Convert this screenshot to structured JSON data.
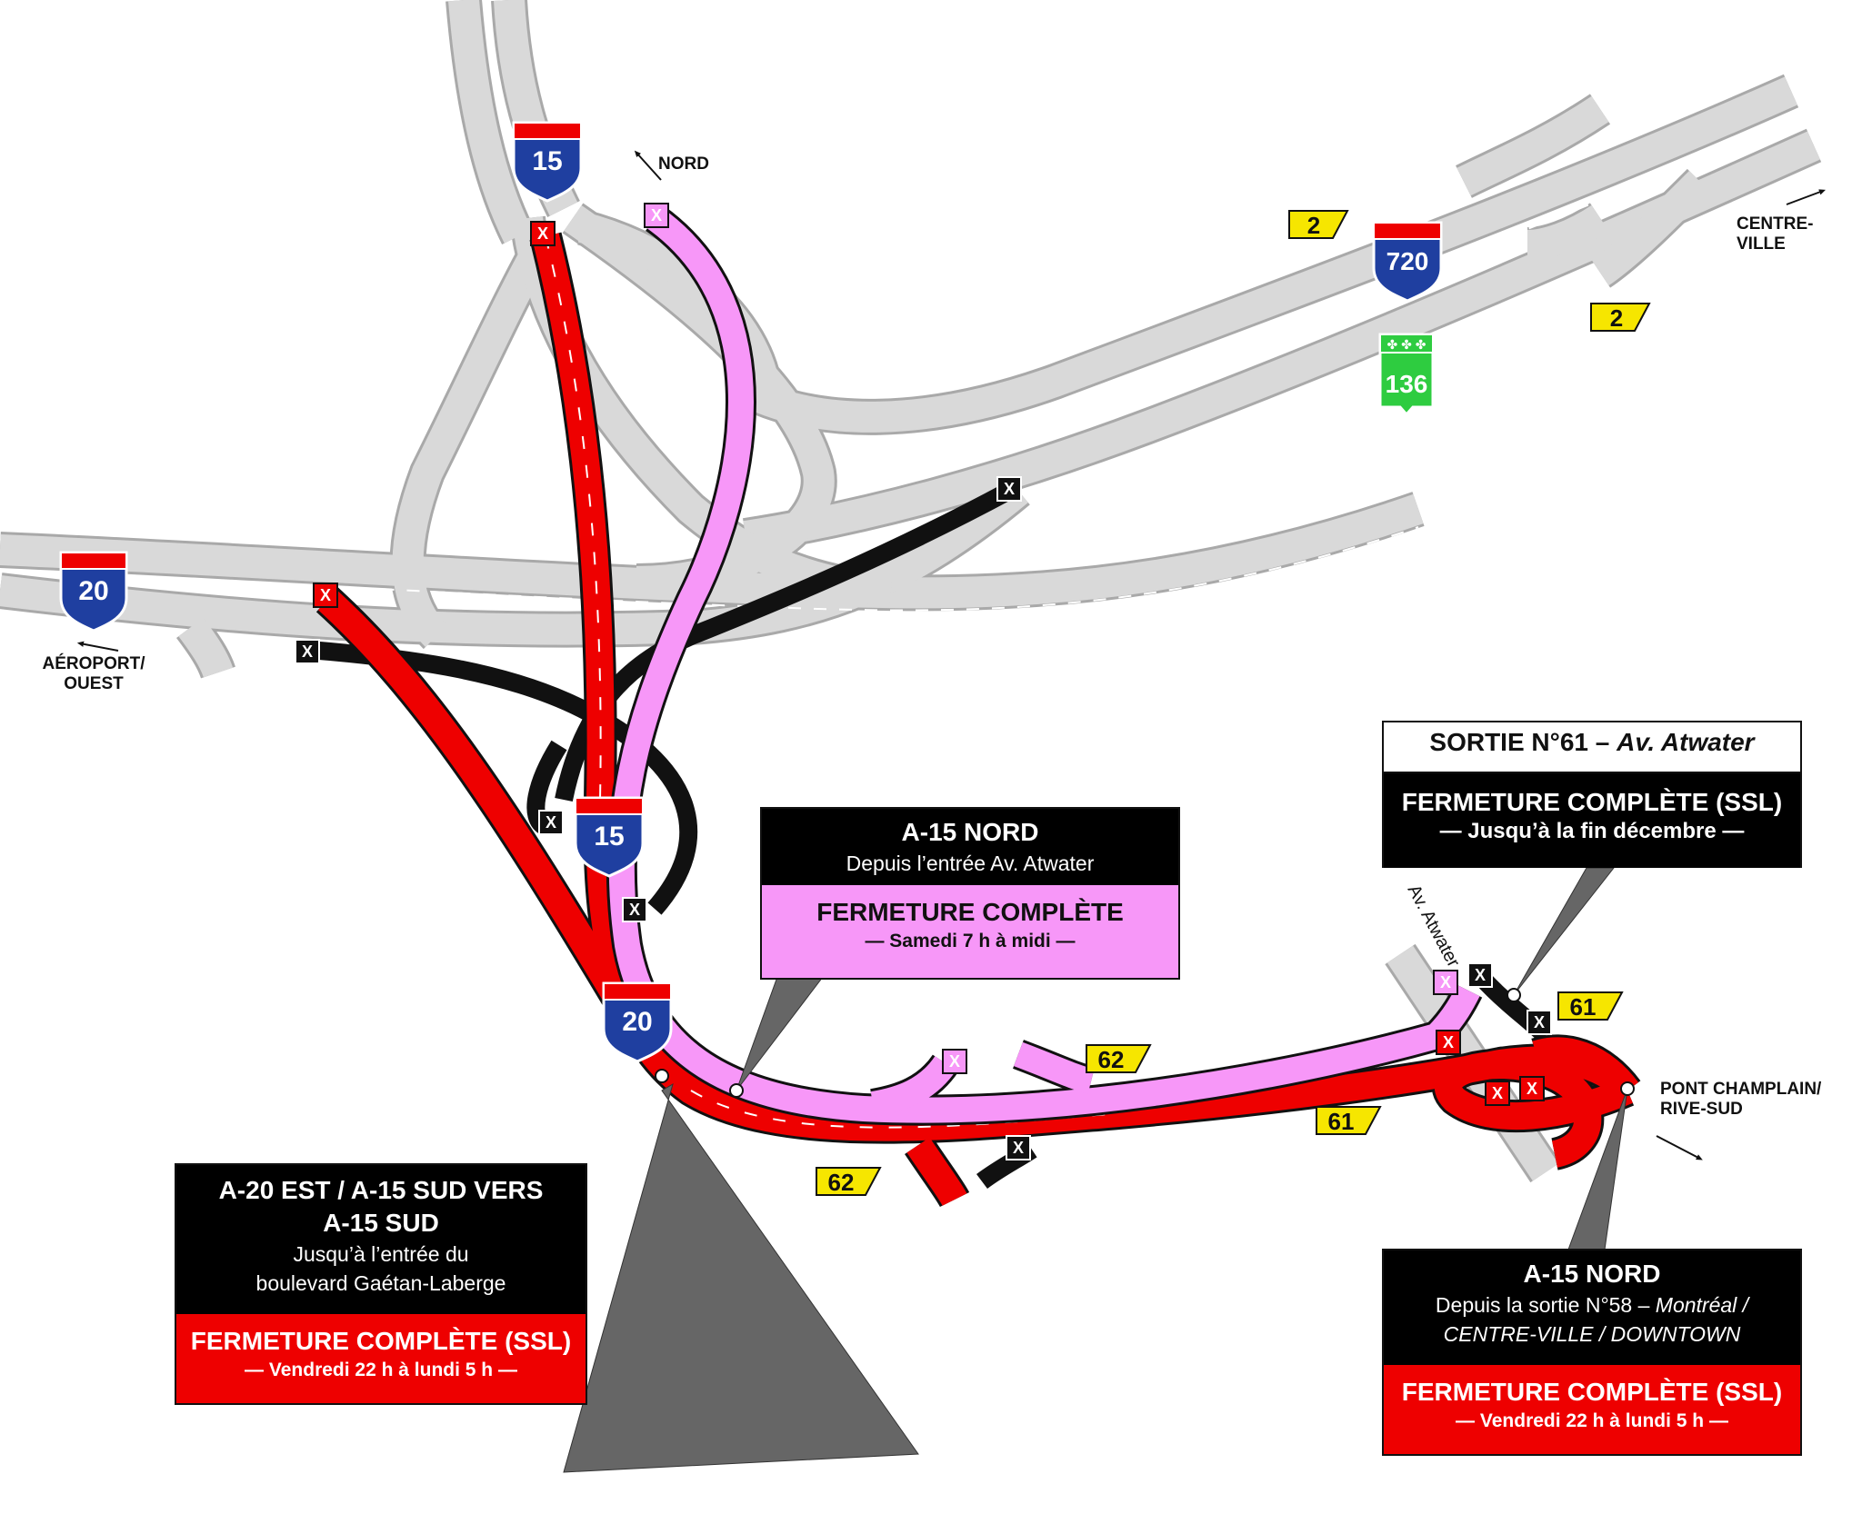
{
  "directions": {
    "nord": "NORD",
    "centre_ville": "CENTRE-VILLE",
    "aeroport_line1": "AÉROPORT/",
    "aeroport_line2": "OUEST",
    "pont_line1": "PONT CHAMPLAIN/",
    "pont_line2": "RIVE-SUD"
  },
  "street_label": "Av. Atwater",
  "shields": {
    "a15_top": "15",
    "a15_mid": "15",
    "a20_left": "20",
    "a20_mid": "20",
    "a720": "720",
    "r136": "136"
  },
  "exits": {
    "e2_top": "2",
    "e2_right": "2",
    "e62_upper": "62",
    "e62_lower": "62",
    "e61_right": "61",
    "e61_lower": "61"
  },
  "panels": {
    "atwater_exit": {
      "title_prefix": "SORTIE N°61 – ",
      "title_italic": "Av. Atwater",
      "closure": "FERMETURE COMPLÈTE (SSL)",
      "period": "— Jusqu’à la fin décembre —"
    },
    "a15_nord_pink": {
      "title": "A-15 NORD",
      "from": "Depuis l’entrée Av. Atwater",
      "closure": "FERMETURE COMPLÈTE",
      "period": "— Samedi 7 h à midi —"
    },
    "a20_est": {
      "title1": "A-20 EST / A-15 SUD VERS",
      "title2": "A-15 SUD",
      "from1": "Jusqu’à l’entrée du",
      "from2": "boulevard Gaétan-Laberge",
      "closure": "FERMETURE COMPLÈTE (SSL)",
      "period": "— Vendredi 22 h à lundi 5 h —"
    },
    "a15_nord_red": {
      "title": "A-15 NORD",
      "from1_prefix": "Depuis la sortie N°58 – ",
      "from1_italic": "Montréal /",
      "from2_italic": "CENTRE-VILLE / DOWNTOWN",
      "closure": "FERMETURE COMPLÈTE (SSL)",
      "period": "— Vendredi 22 h à lundi 5 h —"
    }
  },
  "colors": {
    "road_gray": "#d4d4d4",
    "road_edge": "#9a9a9a",
    "closure_red": "#ee0000",
    "closure_pink": "#f797f8",
    "closed_black": "#111111",
    "exit_yellow": "#f6e600",
    "interstate_blue": "#1f3fa0",
    "route_green": "#2ecc40"
  }
}
